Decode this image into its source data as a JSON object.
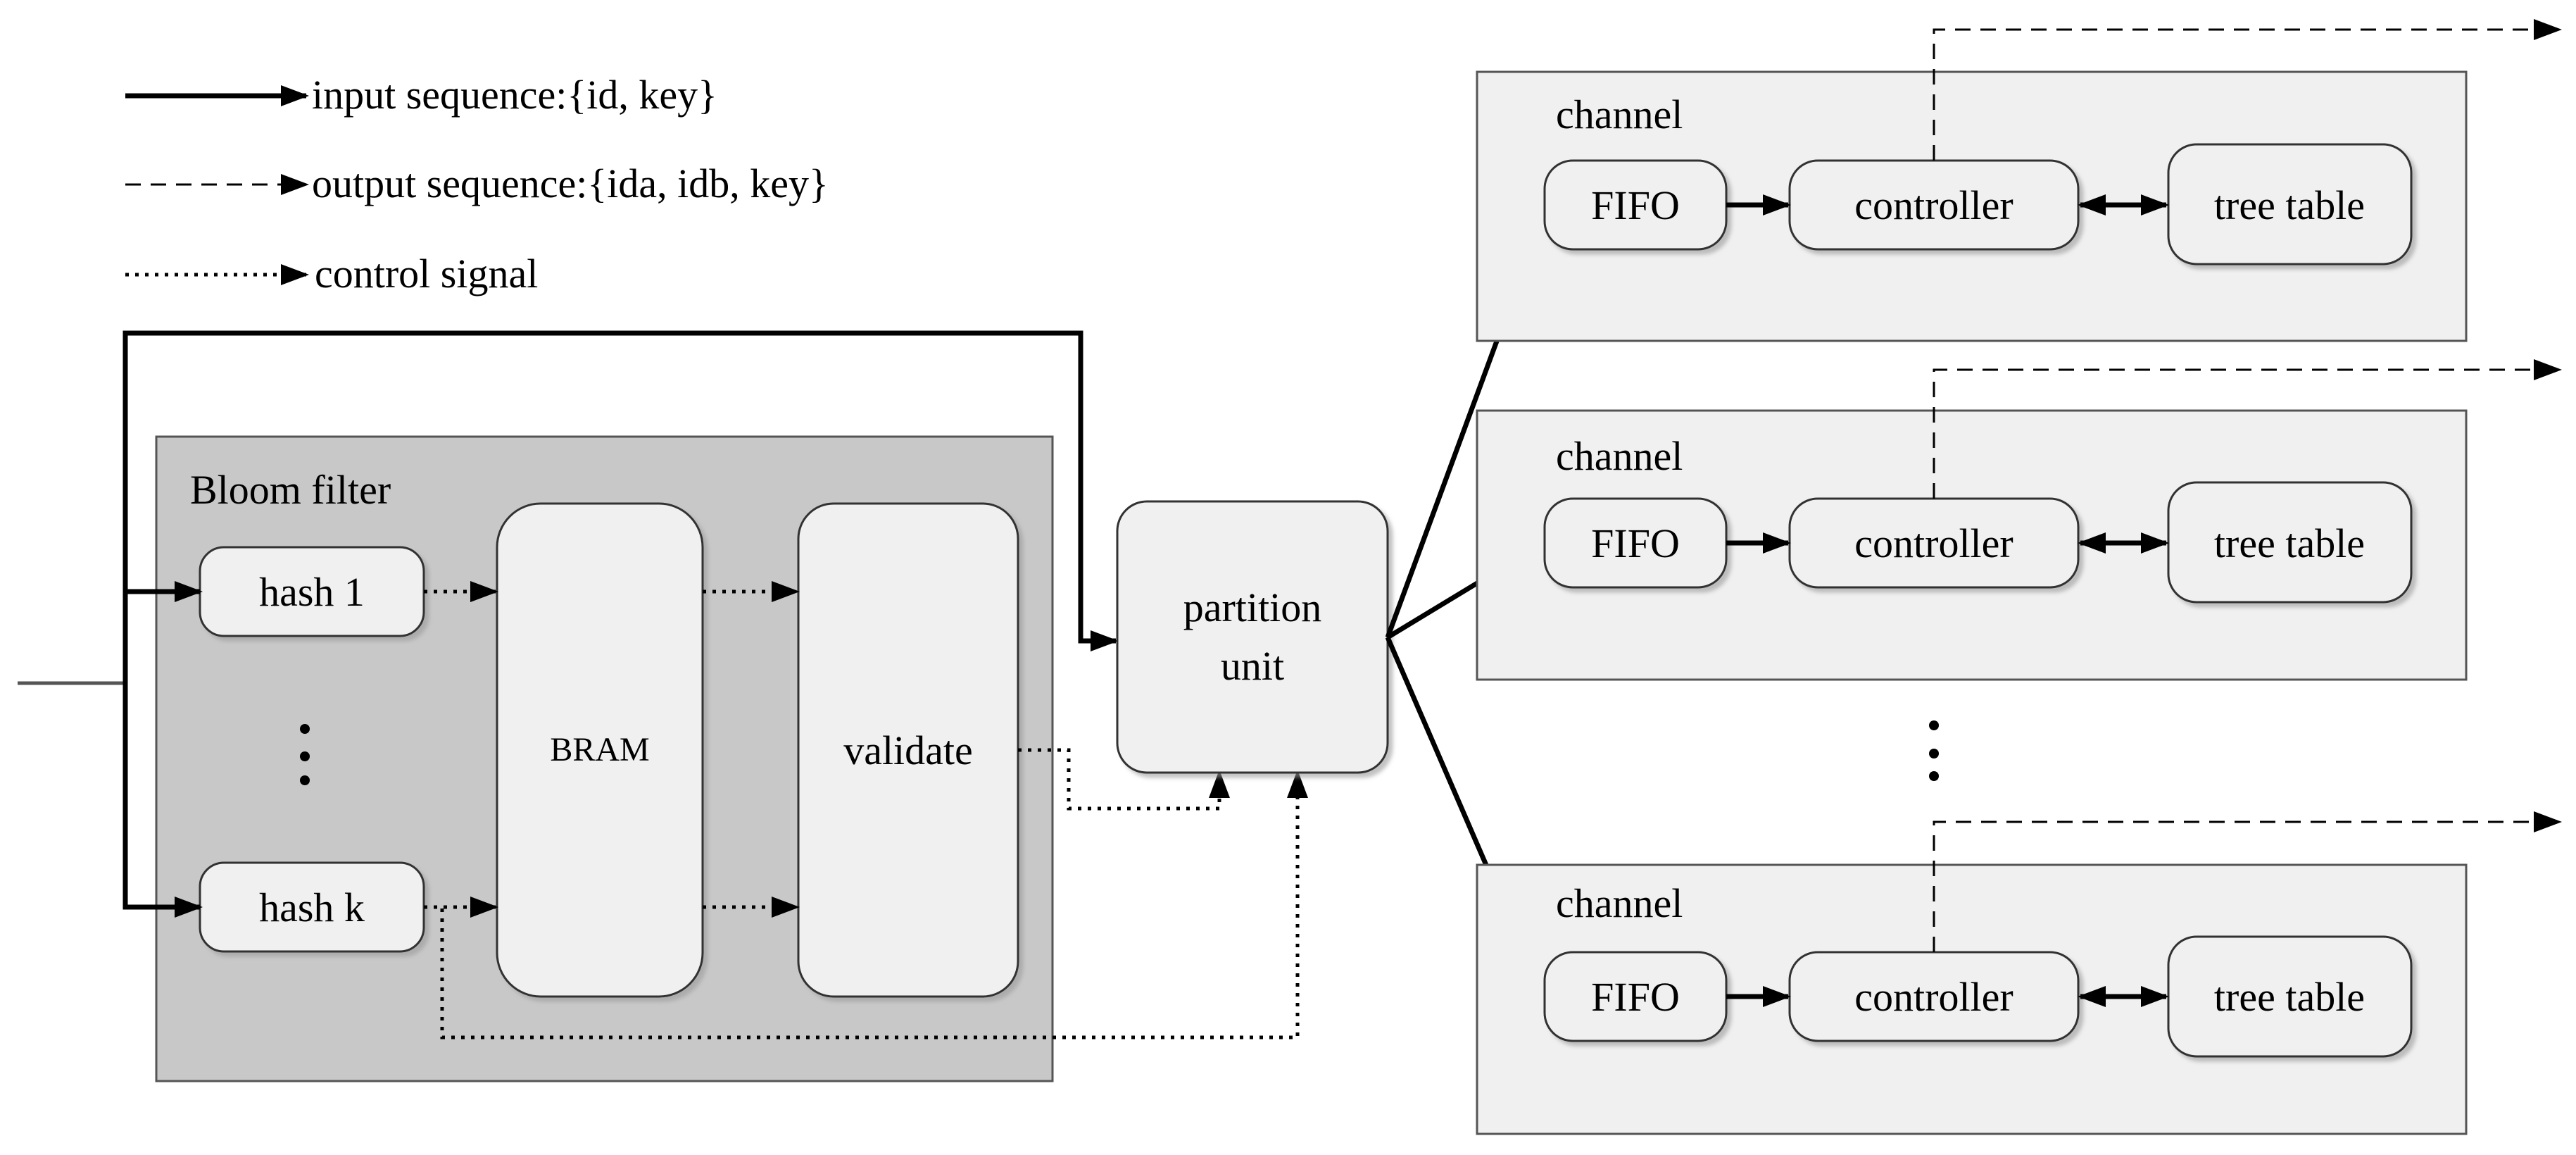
{
  "legend": {
    "input": "input sequence:{id, key}",
    "output": "output sequence:{ida, idb, key}",
    "control": "control signal"
  },
  "bloom_filter": {
    "title": "Bloom filter",
    "hash_first": "hash 1",
    "hash_last": "hash k",
    "bram": "BRAM",
    "validate": "validate"
  },
  "partition": {
    "line1": "partition",
    "line2": "unit"
  },
  "channels": [
    {
      "title": "channel",
      "fifo": "FIFO",
      "controller": "controller",
      "table": "tree table"
    },
    {
      "title": "channel",
      "fifo": "FIFO",
      "controller": "controller",
      "table": "tree table"
    },
    {
      "title": "channel",
      "fifo": "FIFO",
      "controller": "controller",
      "table": "tree table"
    }
  ],
  "colors": {
    "bloom_bg": "#c8c8c8",
    "block_bg": "#f0f0f0",
    "stroke": "#000000"
  }
}
